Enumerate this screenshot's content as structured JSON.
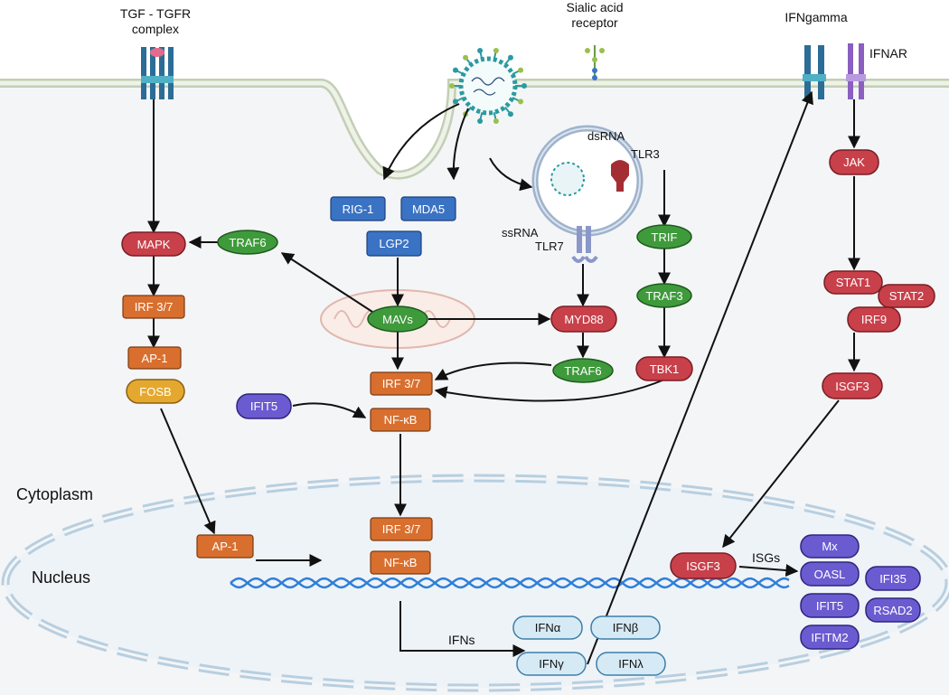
{
  "labels": {
    "tgf_receptor": "TGF - TGFR",
    "tgf_receptor_line2": "complex",
    "sialic": "Sialic acid",
    "sialic_line2": "receptor",
    "ifngamma_receptor": "IFNgamma",
    "ifnar": "IFNAR",
    "dsrna": "dsRNA",
    "tlr3": "TLR3",
    "ssrna": "ssRNA",
    "tlr7": "TLR7",
    "cytoplasm": "Cytoplasm",
    "nucleus": "Nucleus",
    "isgs": "ISGs",
    "ifns": "IFNs"
  },
  "nodes": {
    "mapk": "MAPK",
    "irf37_left": "IRF 3/7",
    "ap1_top": "AP-1",
    "fosb": "FOSB",
    "traf6_left": "TRAF6",
    "rig1": "RIG-1",
    "mda5": "MDA5",
    "lgp2": "LGP2",
    "mavs": "MAVs",
    "myd88": "MYD88",
    "traf6_mid": "TRAF6",
    "trif": "TRIF",
    "traf3": "TRAF3",
    "tbk1": "TBK1",
    "irf37_mid": "IRF 3/7",
    "nfkb_mid": "NF-κB",
    "ifit5_cyto": "IFIT5",
    "jak": "JAK",
    "stat1": "STAT1",
    "stat2": "STAT2",
    "irf9": "IRF9",
    "isgf3_cyto": "ISGF3",
    "ap1_nuc": "AP-1",
    "irf37_nuc": "IRF 3/7",
    "nfkb_nuc": "NF-κB",
    "isgf3_nuc": "ISGF3",
    "mx": "Mx",
    "oasl": "OASL",
    "ifit5_nuc": "IFIT5",
    "ifitm2": "IFITM2",
    "ifi35": "IFI35",
    "rsad2": "RSAD2",
    "ifna": "IFNα",
    "ifnb": "IFNβ",
    "ifng": "IFNγ",
    "ifnl": "IFNλ"
  },
  "colors": {
    "red": "#c8404a",
    "orange": "#d96f2e",
    "green": "#3f9a3c",
    "blue": "#3a73c4",
    "purple": "#6a5bd0",
    "yellow": "#e5a82f",
    "ifn_fill": "#d6eaf5",
    "ifn_stroke": "#3d7fa8",
    "cell_bg": "#f4f5f7",
    "membrane": "#c2cfb4",
    "nucleus_dash": "#b7cfe0",
    "dna": "#2f7fd8"
  }
}
